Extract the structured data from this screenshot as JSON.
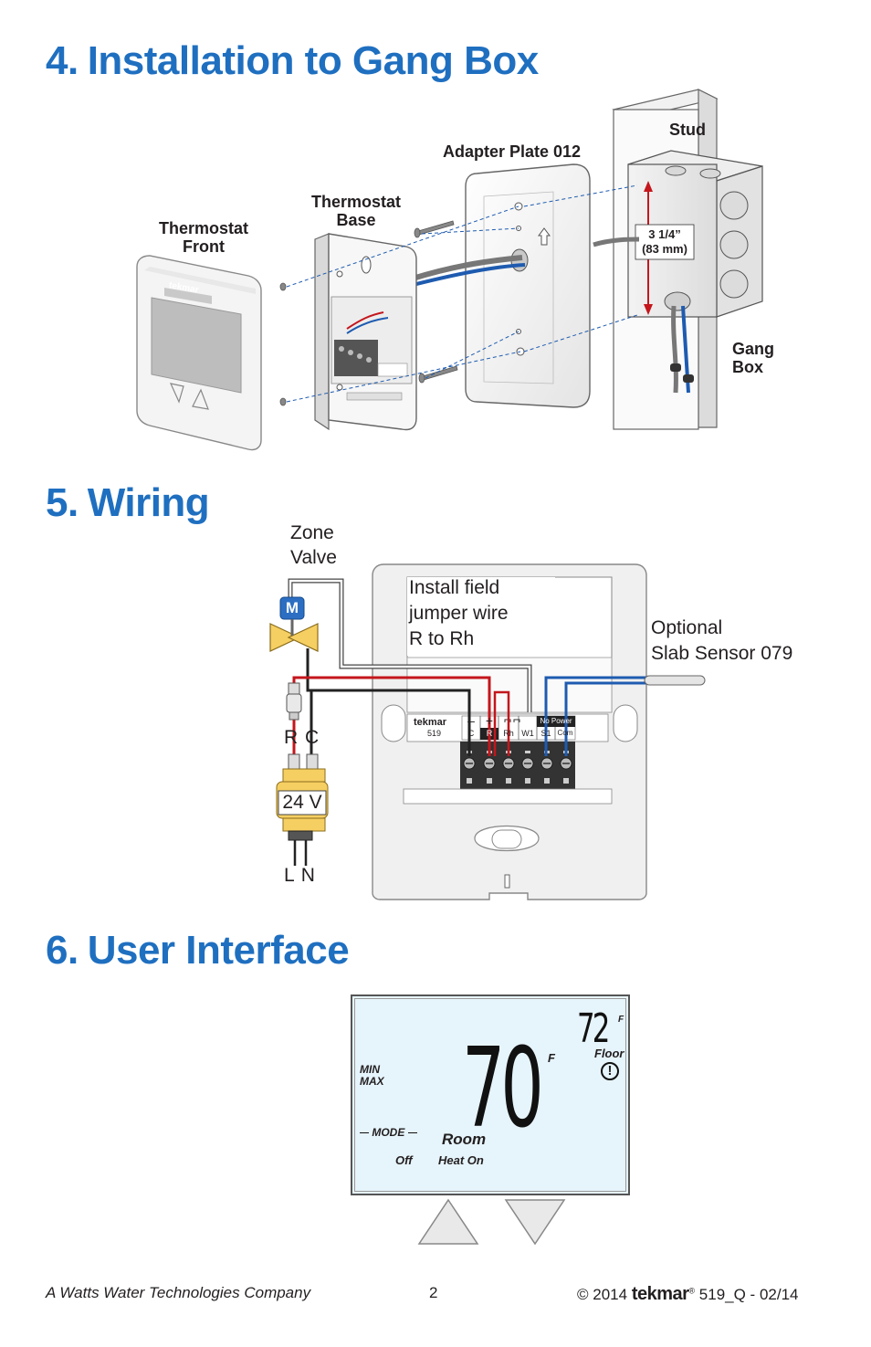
{
  "sections": {
    "installation": {
      "number": "4.",
      "title": "Installation to Gang Box",
      "labels": {
        "thermostat_front": [
          "Thermostat",
          "Front"
        ],
        "thermostat_base": [
          "Thermostat",
          "Base"
        ],
        "adapter_plate": "Adapter Plate 012",
        "stud": "Stud",
        "gang_box": [
          "Gang",
          "Box"
        ],
        "dimension": "3 1/4”",
        "dimension_metric": "(83 mm)",
        "brand_on_front": "tekmar"
      }
    },
    "wiring": {
      "number": "5.",
      "title": "Wiring",
      "labels": {
        "zone_valve": [
          "Zone",
          "Valve"
        ],
        "valve_badge": "M",
        "install_note": [
          "Install field",
          "jumper wire",
          "R to Rh"
        ],
        "optional_sensor": [
          "Optional",
          "Slab Sensor 079"
        ],
        "transformer_terminals": "R C",
        "transformer_voltage": "24 V",
        "line_neutral": "L N",
        "base_brand": "tekmar",
        "base_model": "519",
        "no_power": "No Power",
        "terminals": [
          "C",
          "R",
          "Rh",
          "W1",
          "S1",
          "Com"
        ],
        "terminal_symbols": [
          "–",
          "+"
        ]
      }
    },
    "user_interface": {
      "number": "6.",
      "title": "User Interface",
      "display": {
        "main_temp": "70",
        "main_unit": "F",
        "floor_temp": "72",
        "floor_unit": "F",
        "floor_label": "Floor",
        "min_label": "MIN",
        "max_label": "MAX",
        "mode_label": "MODE",
        "off_label": "Off",
        "room_label": "Room",
        "heat_on_label": "Heat On",
        "warning_symbol": "!"
      }
    }
  },
  "footer": {
    "company": "A Watts Water Technologies Company",
    "page_number": "2",
    "copyright": "© 2014",
    "brand": "tekmar",
    "registered": "®",
    "doc_code": "519_Q - 02/14"
  },
  "colors": {
    "title_blue": "#1f6fc0",
    "wire_red": "#c4161c",
    "wire_blue": "#1e5bb0",
    "lcd_background": "#e6f4fb",
    "transformer_yellow": "#f6cf62",
    "valve_blue": "#2c6fc2"
  }
}
